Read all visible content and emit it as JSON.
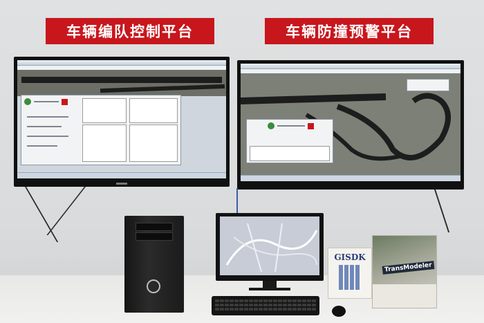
{
  "banners": {
    "left_title": "车辆编队控制平台",
    "right_title": "车辆防撞预警平台"
  },
  "book": {
    "gisdk_title": "GISDK",
    "transmodeler_title": "TransModeler"
  },
  "colors": {
    "banner_red": "#c8161d",
    "wall": "#dfe1e2",
    "road": "#1d1d1d"
  },
  "icons": [
    "pc-tower-logo-icon",
    "app-logo-icon"
  ]
}
